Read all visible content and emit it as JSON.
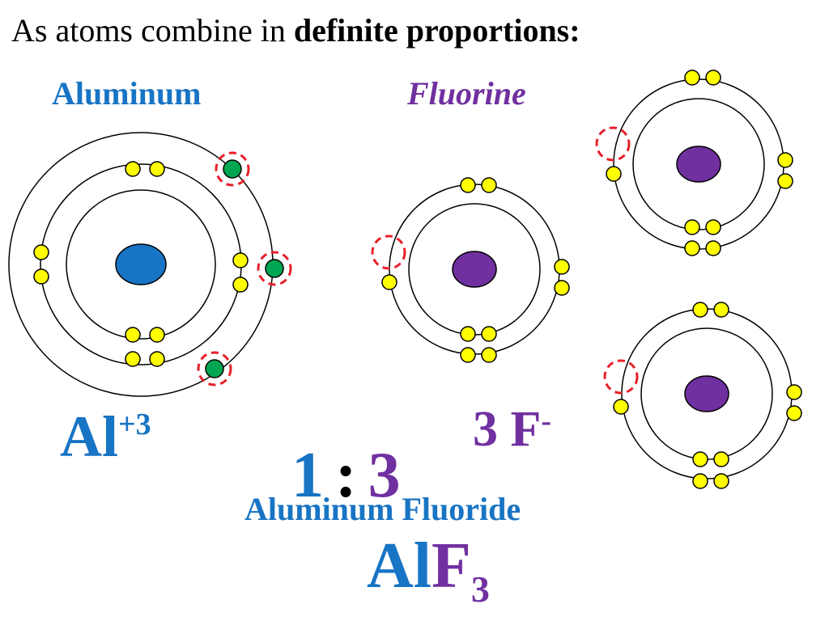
{
  "title": {
    "normal": "As atoms combine in ",
    "bold": "definite proportions:"
  },
  "labels": {
    "aluminum": "Aluminum",
    "fluorine": "Fluorine"
  },
  "ions": {
    "aluminum": {
      "symbol": "Al",
      "charge": "+3"
    },
    "fluorine": {
      "symbol": "3 F",
      "charge": "-"
    }
  },
  "ratio": {
    "left": "1",
    "sep": ":",
    "right": "3"
  },
  "compound": {
    "name": "Aluminum Fluoride",
    "formula": {
      "metal": "Al",
      "nonmetal": "F",
      "subscript": "3"
    }
  },
  "colors": {
    "aluminum": "#1874c4",
    "fluorine": "#7030a0",
    "electron": "#ffff00",
    "valence_lost": "#00a651",
    "gap_marker": "#e8202a"
  }
}
